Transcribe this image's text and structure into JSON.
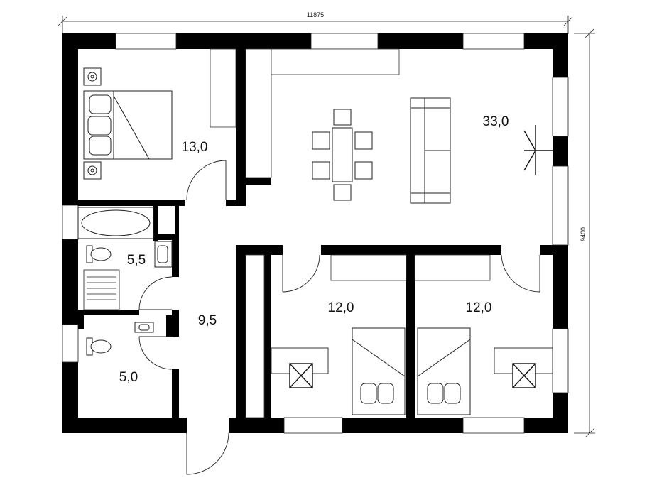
{
  "dimensions": {
    "width": "11875",
    "height": "9400"
  },
  "rooms": {
    "master_bedroom": "13,0",
    "living_room": "33,0",
    "bathroom": "5,5",
    "hall": "9,5",
    "toilet": "5,0",
    "bedroom_2": "12,0",
    "bedroom_3": "12,0"
  },
  "colors": {
    "wall": "#000000",
    "line": "#222222",
    "background": "#ffffff"
  }
}
